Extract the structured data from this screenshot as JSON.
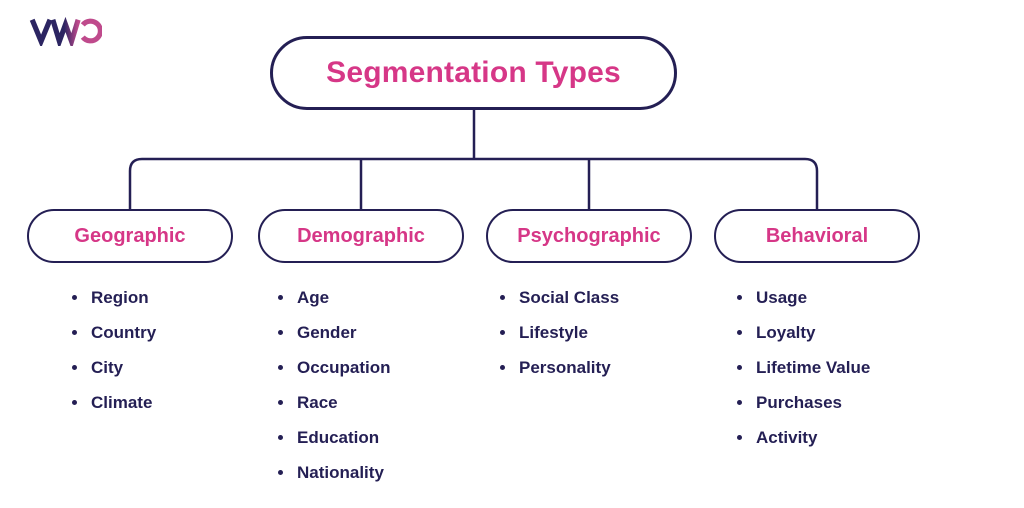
{
  "logo": {
    "name": "VWO",
    "navy": "#2c2562",
    "pink": "#bf4a8c"
  },
  "colors": {
    "line_navy": "#241f54",
    "text_navy": "#241f54",
    "accent_pink": "#d63787",
    "background": "#ffffff"
  },
  "title": {
    "label": "Segmentation Types"
  },
  "branches": [
    {
      "label": "Geographic",
      "items": [
        "Region",
        "Country",
        "City",
        "Climate"
      ]
    },
    {
      "label": "Demographic",
      "items": [
        "Age",
        "Gender",
        "Occupation",
        "Race",
        "Education",
        "Nationality"
      ]
    },
    {
      "label": "Psychographic",
      "items": [
        "Social Class",
        "Lifestyle",
        "Personality"
      ]
    },
    {
      "label": "Behavioral",
      "items": [
        "Usage",
        "Loyalty",
        "Lifetime Value",
        "Purchases",
        "Activity"
      ]
    }
  ]
}
